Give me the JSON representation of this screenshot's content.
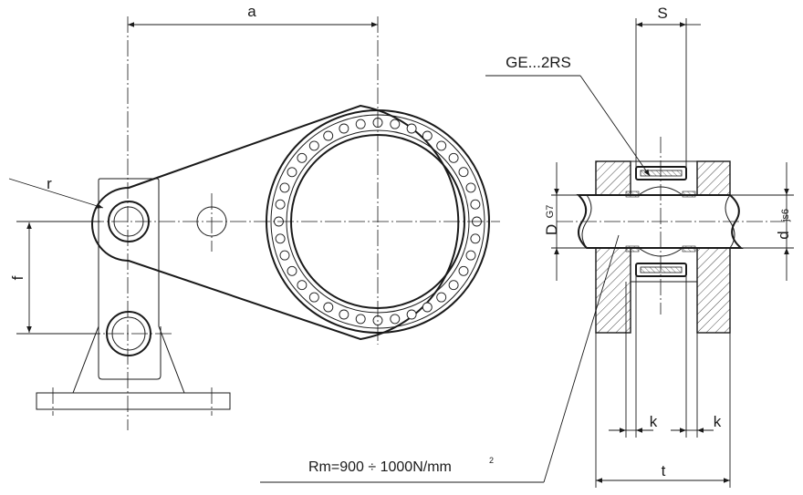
{
  "dimensions": {
    "a": "a",
    "S": "S",
    "r": "r",
    "f": "f",
    "D": "D",
    "D_tol": "G7",
    "d": "d",
    "d_tol": "js6",
    "k_left": "k",
    "k_right": "k",
    "t": "t"
  },
  "callouts": {
    "bearing": "GE...2RS",
    "material_prefix": "Rm=900 ÷ 1000N/mm",
    "material_exp": "2"
  }
}
